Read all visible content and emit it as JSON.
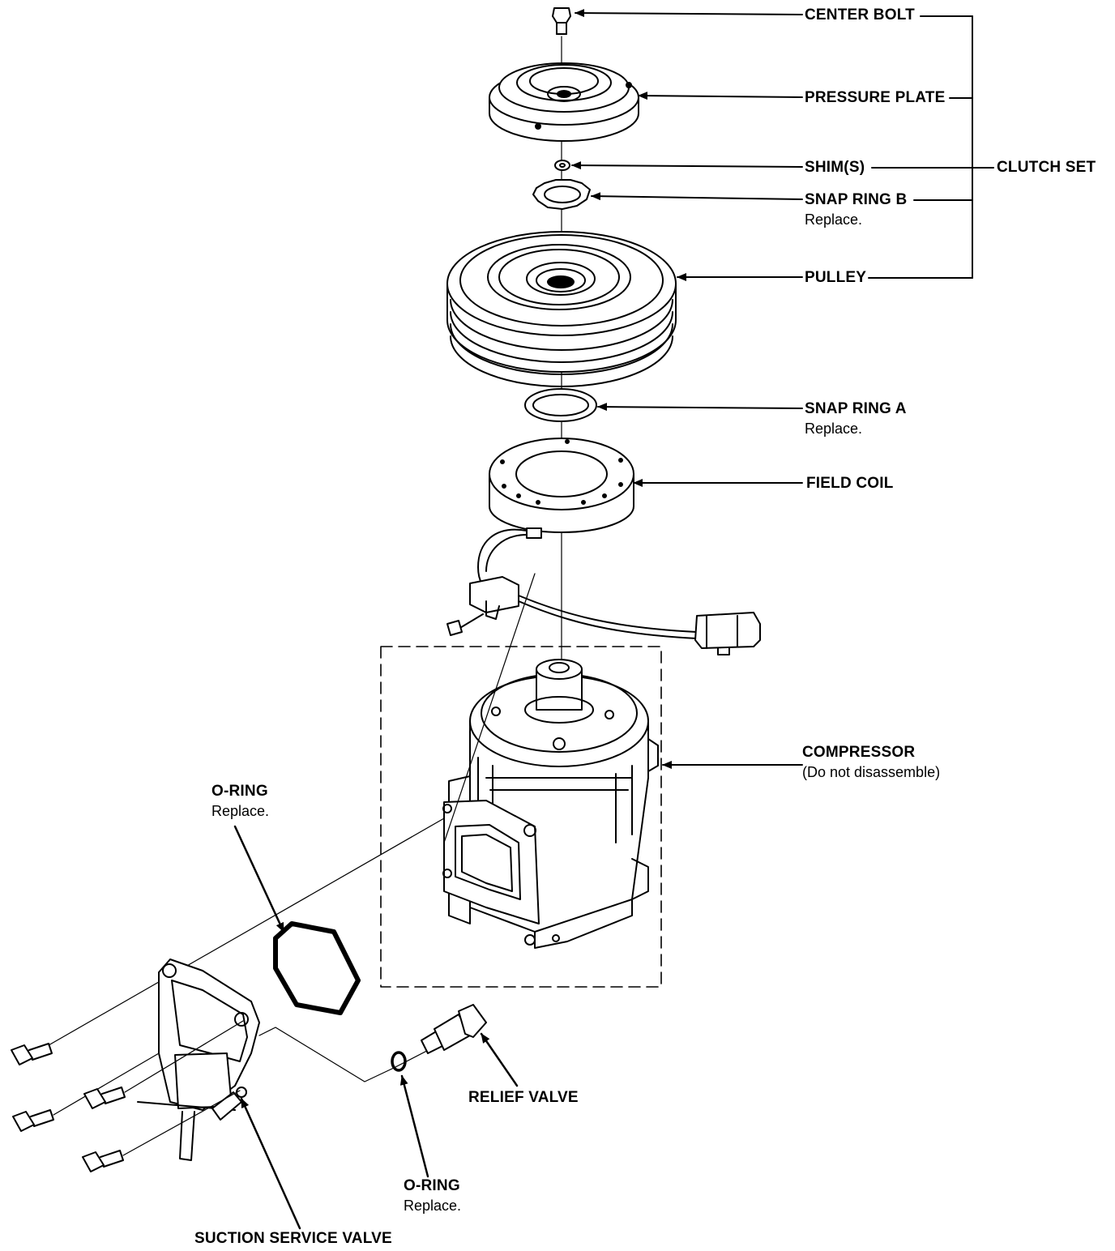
{
  "labels": {
    "center_bolt": {
      "title": "CENTER BOLT"
    },
    "pressure_plate": {
      "title": "PRESSURE PLATE"
    },
    "shims": {
      "title": "SHIM(S)"
    },
    "snap_ring_b": {
      "title": "SNAP RING B",
      "note": "Replace."
    },
    "pulley": {
      "title": "PULLEY"
    },
    "clutch_set": {
      "title": "CLUTCH SET"
    },
    "snap_ring_a": {
      "title": "SNAP RING A",
      "note": "Replace."
    },
    "field_coil": {
      "title": "FIELD COIL"
    },
    "compressor": {
      "title": "COMPRESSOR",
      "note": "(Do not disassemble)"
    },
    "o_ring_upper": {
      "title": "O-RING",
      "note": "Replace."
    },
    "relief_valve": {
      "title": "RELIEF VALVE"
    },
    "o_ring_lower": {
      "title": "O-RING",
      "note": "Replace."
    },
    "suction_service_valve": {
      "title": "SUCTION SERVICE VALVE"
    }
  }
}
